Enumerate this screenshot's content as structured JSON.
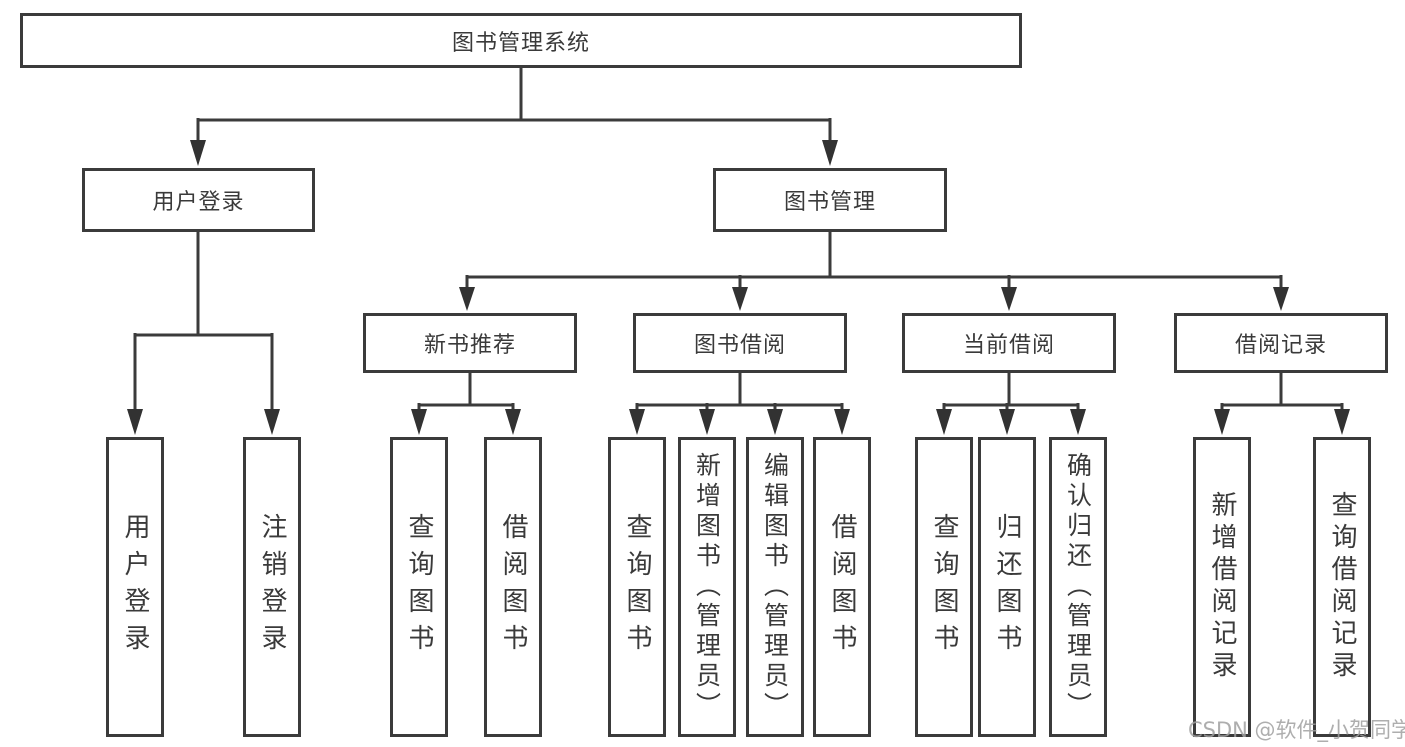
{
  "tree": {
    "label": "图书管理系统",
    "children": [
      {
        "label": "用户登录",
        "leaves": [
          "用户登录",
          "注销登录"
        ]
      },
      {
        "label": "图书管理",
        "children": [
          {
            "label": "新书推荐",
            "leaves": [
              "查询图书",
              "借阅图书"
            ]
          },
          {
            "label": "图书借阅",
            "leaves": [
              "查询图书",
              "新增图书（管理员）",
              "编辑图书（管理员）",
              "借阅图书"
            ]
          },
          {
            "label": "当前借阅",
            "leaves": [
              "查询图书",
              "归还图书",
              "确认归还（管理员）"
            ]
          },
          {
            "label": "借阅记录",
            "leaves": [
              "新增借阅记录",
              "查询借阅记录"
            ]
          }
        ]
      }
    ]
  },
  "watermark": {
    "text": "CSDN @软件_小贺同学"
  },
  "colors": {
    "line": "#3b3b3b",
    "box_border": "#3b3b3b",
    "text": "#3a3a3a",
    "watermark": "#a0a0a0",
    "background": "#ffffff"
  }
}
